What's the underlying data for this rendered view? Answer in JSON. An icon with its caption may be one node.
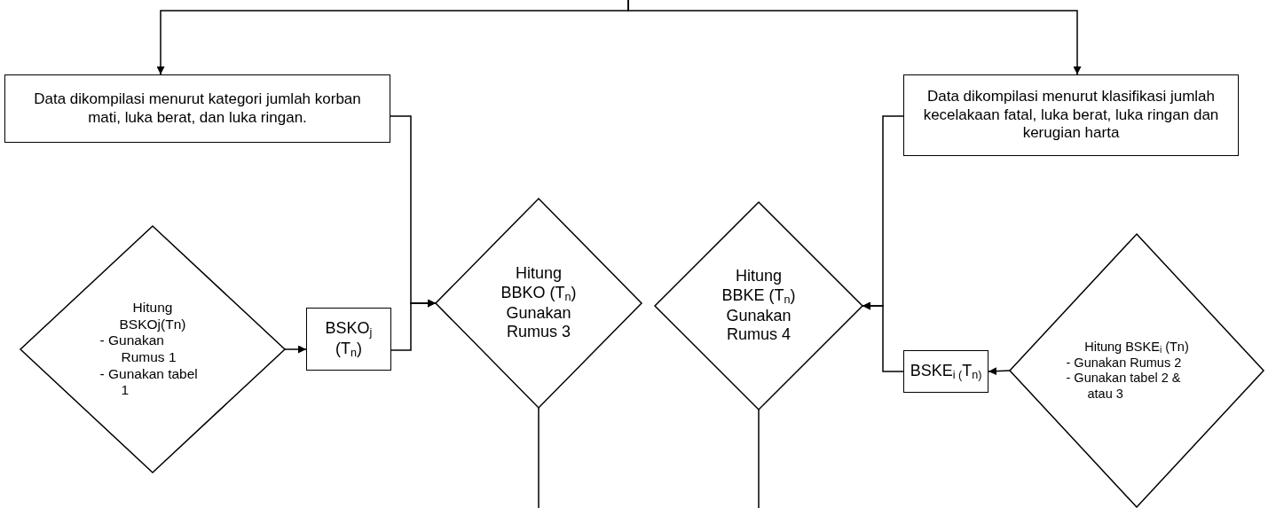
{
  "diagram": {
    "nodes": [
      {
        "text": [
          "Data dikompilasi menurut kategori jumlah korban mati,   luka berat, dan luka ringan."
        ]
      },
      {
        "text": [
          "Data dikompilasi menurut klasifikasi jumlah kecelakaan fatal, luka berat, luka ringan dan kerugian harta"
        ]
      },
      {
        "text": [
          "Hitung BSKOj(Tn)",
          "- Gunakan Rumus 1",
          "- Gunakan tabel 1"
        ]
      },
      {
        "text": [
          "BSKO$_{j}$ (T$_{n}$)"
        ]
      },
      {
        "text": [
          "Hitung BBKO (T$_{n}$) Gunakan Rumus 3"
        ]
      },
      {
        "text": [
          "Hitung BBKE (T$_{n}$) Gunakan Rumus 4"
        ]
      },
      {
        "text": [
          "BSKE$_{i (}$T$_{n)}$"
        ]
      },
      {
        "text": [
          "Hitung BSKE$_{i}$ (Tn)",
          "- Gunakan Rumus 2",
          "- Gunakan tabel 2 & atau 3"
        ]
      }
    ],
    "edges": [
      {
        "from": null,
        "to": 0,
        "arrow": "to"
      },
      {
        "from": null,
        "to": 1,
        "arrow": "to"
      },
      {
        "from": 2,
        "to": 3,
        "arrow": "to"
      },
      {
        "from": 0,
        "to": 4,
        "arrow": "to"
      },
      {
        "from": 3,
        "to": 4,
        "arrow": "to"
      },
      {
        "from": 1,
        "to": 5,
        "arrow": "to"
      },
      {
        "from": 6,
        "to": 5,
        "arrow": "to"
      },
      {
        "from": 7,
        "to": 6,
        "arrow": "to"
      },
      {
        "from": 4,
        "to": null,
        "arrow": "none"
      },
      {
        "from": 5,
        "to": null,
        "arrow": "none"
      }
    ]
  }
}
